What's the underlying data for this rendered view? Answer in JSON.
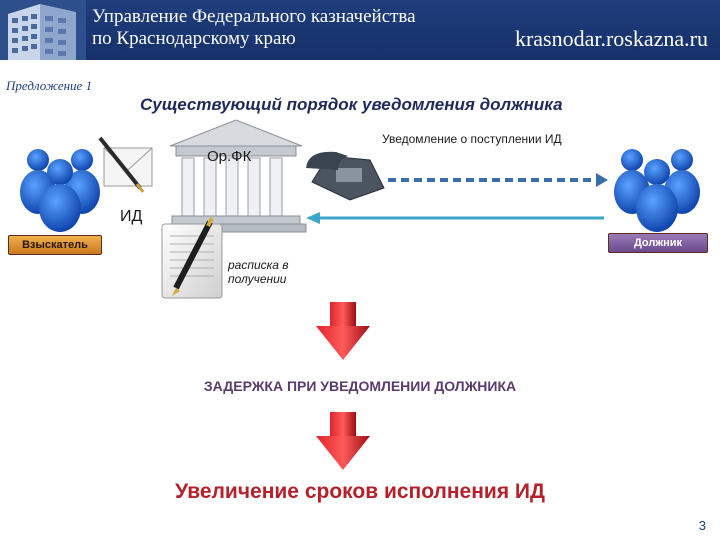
{
  "header": {
    "title": "Управление Федерального казначейства\nпо Краснодарскому краю",
    "site": "krasnodar.roskazna.ru",
    "bg_color": "#1f3e7c"
  },
  "slide": {
    "proposal_label": "Предложение 1",
    "title": "Существующий порядок уведомления должника",
    "page_number": "3"
  },
  "diagram": {
    "orfk_label": "Ор.ФК",
    "notification_label": "Уведомление о поступлении ИД",
    "id_label": "ИД",
    "receipt_label": "расписка в\nполучении",
    "creditor_label": "Взыскатель",
    "debtor_label": "Должник",
    "icons": [
      "people-icon",
      "letter-pen-icon",
      "bank-building-icon",
      "telephone-icon",
      "document-pen-icon",
      "down-arrow-icon"
    ]
  },
  "outcome": {
    "delay_text": "ЗАДЕРЖКА ПРИ УВЕДОМЛЕНИИ ДОЛЖНИКА",
    "increase_text": "Увеличение сроков исполнения ИД"
  }
}
